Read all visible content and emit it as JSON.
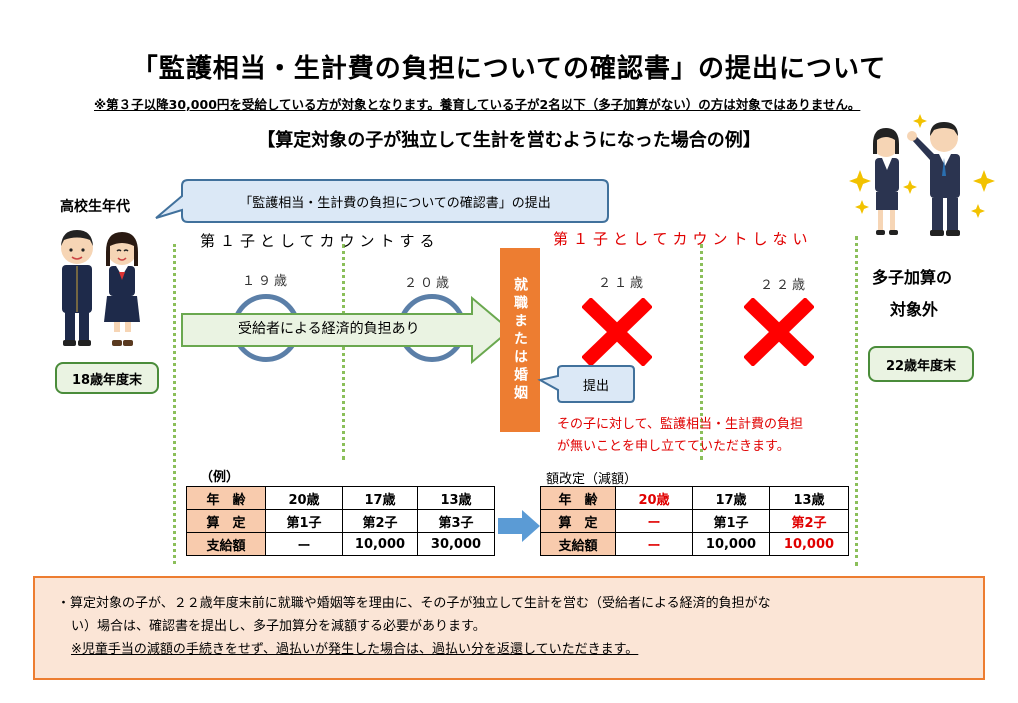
{
  "title": "「監護相当・生計費の負担についての確認書」の提出について",
  "note": "※第３子以降30,000円を受給している方が対象となります。養育している子が2名以下（多子加算がない）の方は対象ではありません。",
  "subtitle": "【算定対象の子が独立して生計を営むようになった場合の例】",
  "left_label": "高校生年代",
  "speech_bubble": "「監護相当・生計費の負担についての確認書」の提出",
  "count_label": "第１子としてカウントする",
  "not_count_label": "第１子としてカウントしない",
  "ages": [
    "１９歳",
    "２０歳",
    "２１歳",
    "２２歳"
  ],
  "arrow_label": "受給者による経済的負担あり",
  "event_bar": "就職または婚姻",
  "submit_label": "提出",
  "left_end": "18歳年度末",
  "right_end": "22歳年度末",
  "right_label_1": "多子加算の",
  "right_label_2": "対象外",
  "red_text_1": "その子に対して、監護相当・生計費の負担",
  "red_text_2": "が無いことを申し立てていただきます。",
  "table_before": {
    "caption": "（例）",
    "rows": [
      {
        "label": "年　齢",
        "cells": [
          "20歳",
          "17歳",
          "13歳"
        ]
      },
      {
        "label": "算　定",
        "cells": [
          "第1子",
          "第2子",
          "第3子"
        ]
      },
      {
        "label": "支給額",
        "cells": [
          "ー",
          "10,000",
          "30,000"
        ]
      }
    ]
  },
  "table_after": {
    "caption": "額改定（減額）",
    "rows": [
      {
        "label": "年　齢",
        "cells": [
          "20歳",
          "17歳",
          "13歳"
        ]
      },
      {
        "label": "算　定",
        "cells": [
          "ー",
          "第1子",
          "第2子"
        ]
      },
      {
        "label": "支給額",
        "cells": [
          "ー",
          "10,000",
          "10,000"
        ]
      }
    ]
  },
  "bottom_line_1": "・算定対象の子が、２２歳年度末前に就職や婚姻等を理由に、その子が独立して生計を営む（受給者による経済的負担がな",
  "bottom_line_2": "い）場合は、確認書を提出し、多子加算分を減額する必要があります。",
  "bottom_line_3": "※児童手当の減額の手続きをせず、過払いが発生した場合は、過払い分を返還していただきます。",
  "colors": {
    "accent_orange": "#ed7d31",
    "red": "#e00000",
    "green": "#4a8c3a",
    "blue": "#41719c"
  }
}
